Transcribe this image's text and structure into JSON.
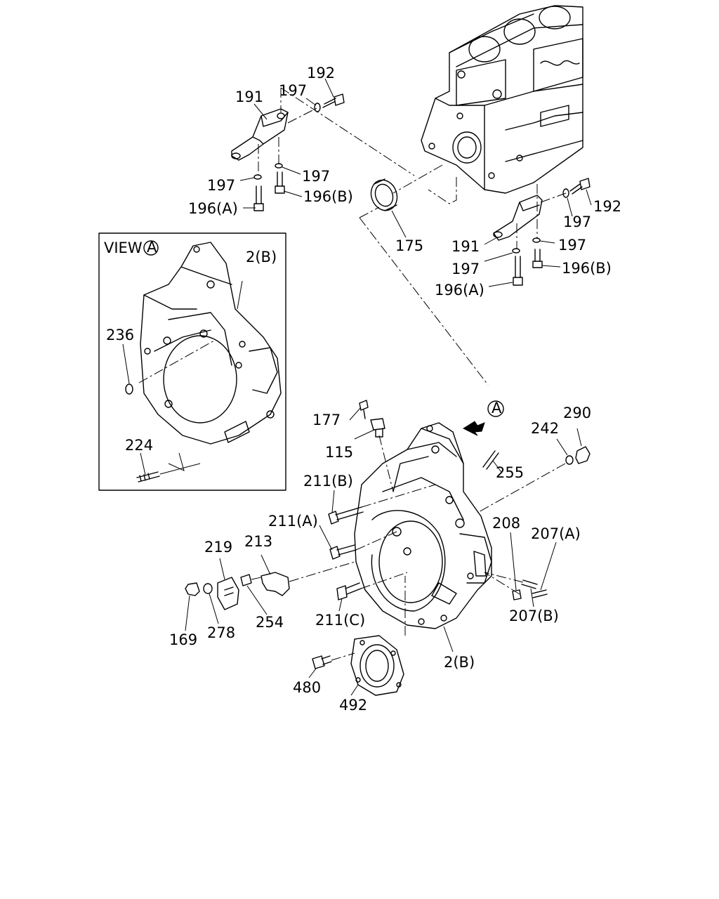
{
  "view_label": "VIEW",
  "view_letter": "A",
  "arrow_letter": "A",
  "callouts": [
    {
      "id": "c192a",
      "text": "192"
    },
    {
      "id": "c191a",
      "text": "191"
    },
    {
      "id": "c197a",
      "text": "197"
    },
    {
      "id": "c197b",
      "text": "197"
    },
    {
      "id": "c197c",
      "text": "197"
    },
    {
      "id": "c196aA",
      "text": "196(A)"
    },
    {
      "id": "c196bA",
      "text": "196(B)"
    },
    {
      "id": "c175",
      "text": "175"
    },
    {
      "id": "c192b",
      "text": "192"
    },
    {
      "id": "c197d",
      "text": "197"
    },
    {
      "id": "c191b",
      "text": "191"
    },
    {
      "id": "c197e",
      "text": "197"
    },
    {
      "id": "c197f",
      "text": "197"
    },
    {
      "id": "c196aB",
      "text": "196(A)"
    },
    {
      "id": "c196bB",
      "text": "196(B)"
    },
    {
      "id": "c2bView",
      "text": "2(B)"
    },
    {
      "id": "c236",
      "text": "236"
    },
    {
      "id": "c224",
      "text": "224"
    },
    {
      "id": "c177",
      "text": "177"
    },
    {
      "id": "c115",
      "text": "115"
    },
    {
      "id": "c242",
      "text": "242"
    },
    {
      "id": "c290",
      "text": "290"
    },
    {
      "id": "c255",
      "text": "255"
    },
    {
      "id": "c211b",
      "text": "211(B)"
    },
    {
      "id": "c211a",
      "text": "211(A)"
    },
    {
      "id": "c208",
      "text": "208"
    },
    {
      "id": "c207a",
      "text": "207(A)"
    },
    {
      "id": "c219",
      "text": "219"
    },
    {
      "id": "c213",
      "text": "213"
    },
    {
      "id": "c169",
      "text": "169"
    },
    {
      "id": "c278",
      "text": "278"
    },
    {
      "id": "c254",
      "text": "254"
    },
    {
      "id": "c211c",
      "text": "211(C)"
    },
    {
      "id": "c207b",
      "text": "207(B)"
    },
    {
      "id": "c2bMain",
      "text": "2(B)"
    },
    {
      "id": "c480",
      "text": "480"
    },
    {
      "id": "c492",
      "text": "492"
    }
  ]
}
